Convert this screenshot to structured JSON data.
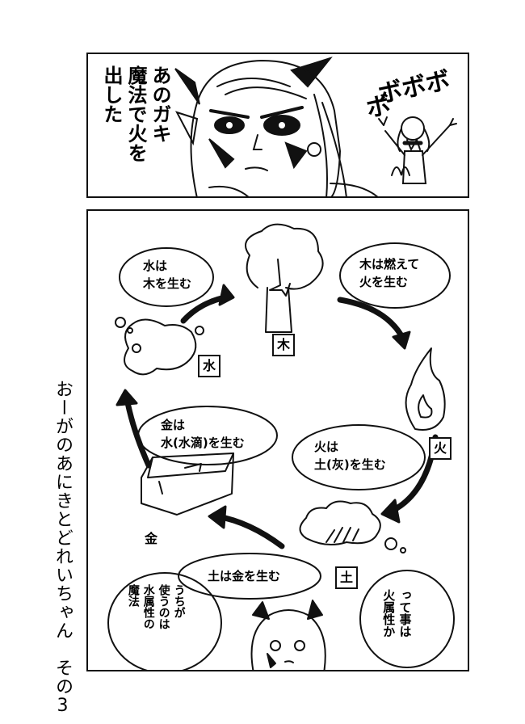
{
  "title": "おーがのあにきとどれいちゃん　その3",
  "panel1": {
    "caption": "あのガキ\n魔法で火を\n出した",
    "sfx": "ボボボ",
    "sfx2": "ボ"
  },
  "panel2": {
    "bubbles": {
      "water_wood": "水は\n木を生む",
      "wood_fire": "木は燃えて\n火を生む",
      "metal_water": "金は\n水(水滴)を生む",
      "fire_earth": "火は\n土(灰)を生む",
      "earth_metal": "土は金を生む",
      "girl_speech": "うちが\n使うのは\n水属性の\n魔法",
      "ogre_speech": "って事は\n火属性か"
    },
    "labels": {
      "wood": "木",
      "fire": "火",
      "earth": "土",
      "metal": "金",
      "water": "水"
    }
  }
}
